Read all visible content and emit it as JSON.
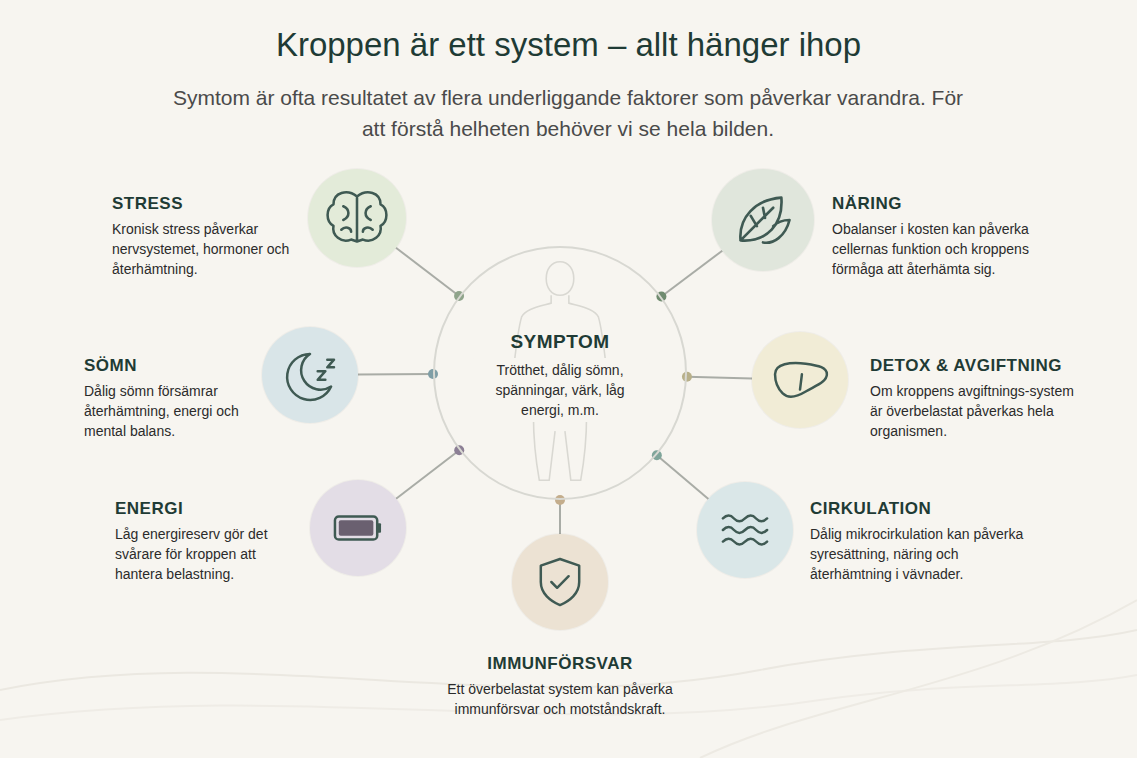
{
  "diagram": {
    "title": "Kroppen är ett system – allt hänger ihop",
    "caption": "Symtom är ofta resultatet av flera underliggande faktorer som påverkar varandra. För att förstå helheten behöver vi se hela bilden.",
    "nodes": [
      {
        "text": [
          "STRESS",
          "Kronisk stress påverkar nervsystemet, hormoner och återhämtning."
        ]
      },
      {
        "text": [
          "NÄRING",
          "Obalanser i kosten kan påverka cellernas funktion och kroppens förmåga att återhämta sig."
        ]
      },
      {
        "text": [
          "SÖMN",
          "Dålig sömn försämrar återhämtning, energi och mental balans."
        ]
      },
      {
        "text": [
          "SYMPTOM",
          "Trötthet, dålig sömn, spänningar, värk, låg energi, m.m."
        ]
      },
      {
        "text": [
          "DETOX & AVGIFTNING",
          "Om kroppens avgiftnings-system är överbelastat påverkas hela organismen."
        ]
      },
      {
        "text": [
          "ENERGI",
          "Låg energireserv gör det svårare för kroppen att hantera belastning."
        ]
      },
      {
        "text": [
          "CIRKULATION",
          "Dålig mikrocirkulation kan påverka syresättning, näring och återhämtning i vävnader."
        ]
      },
      {
        "text": [
          "IMMUNFÖRSVAR",
          "Ett överbelastat system kan påverka immunförsvar och motståndskraft."
        ]
      }
    ],
    "edges": [
      {
        "from": 0,
        "to": 3,
        "arrow": "none"
      },
      {
        "from": 1,
        "to": 3,
        "arrow": "none"
      },
      {
        "from": 2,
        "to": 3,
        "arrow": "none"
      },
      {
        "from": 4,
        "to": 3,
        "arrow": "none"
      },
      {
        "from": 5,
        "to": 3,
        "arrow": "none"
      },
      {
        "from": 6,
        "to": 3,
        "arrow": "none"
      },
      {
        "from": 7,
        "to": 3,
        "arrow": "none"
      }
    ]
  }
}
